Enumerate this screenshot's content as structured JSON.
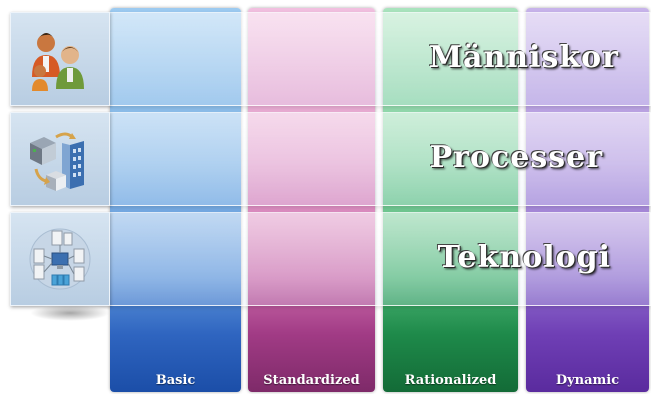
{
  "columns": [
    {
      "label": "Basic",
      "color": "#2f65c0"
    },
    {
      "label": "Standardized",
      "color": "#a13b85"
    },
    {
      "label": "Rationalized",
      "color": "#1e8a4a"
    },
    {
      "label": "Dynamic",
      "color": "#6f3fb5"
    }
  ],
  "rows": [
    {
      "title": "Människor",
      "icon": "people-icon"
    },
    {
      "title": "Processer",
      "icon": "buildings-process-icon"
    },
    {
      "title": "Teknologi",
      "icon": "network-technology-icon"
    }
  ]
}
